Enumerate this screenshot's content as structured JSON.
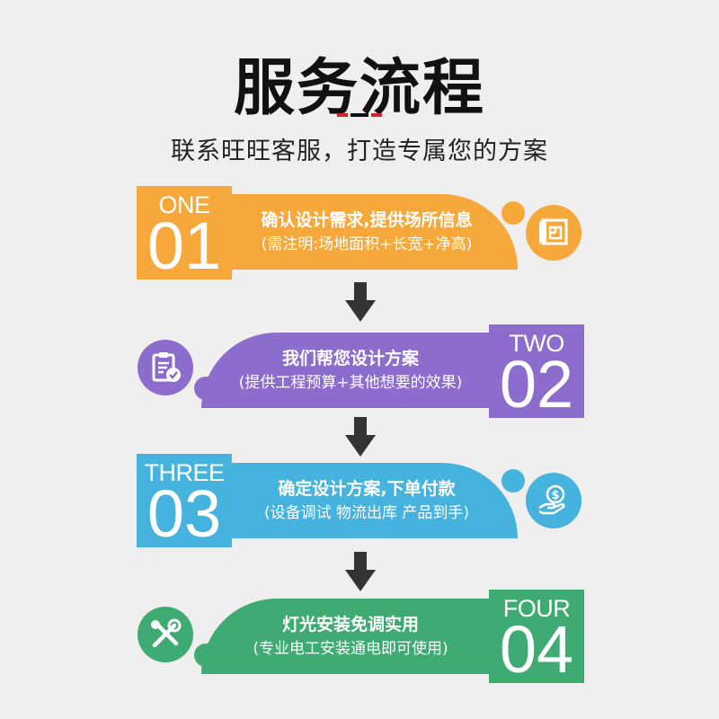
{
  "header": {
    "title": "服务流程",
    "subtitle": "联系旺旺客服，打造专属您的方案",
    "underline_colors": [
      "#d8232a",
      "#111111",
      "#d8232a"
    ]
  },
  "steps": [
    {
      "word": "ONE",
      "num": "01",
      "main": "确认设计需求,提供场所信息",
      "sub": "(需注明:场地面积+长宽+净高)",
      "color": "#f7a83a",
      "icon": "floor-plan-icon"
    },
    {
      "word": "TWO",
      "num": "02",
      "main": "我们帮您设计方案",
      "sub": "(提供工程预算+其他想要的效果)",
      "color": "#8c6ccc",
      "icon": "clipboard-check-icon"
    },
    {
      "word": "THREE",
      "num": "03",
      "main": "确定设计方案,下单付款",
      "sub": "(设备调试 物流出库 产品到手)",
      "color": "#45b3dd",
      "icon": "money-hand-icon"
    },
    {
      "word": "FOUR",
      "num": "04",
      "main": "灯光安装免调实用",
      "sub": "(专业电工安装通电即可使用)",
      "color": "#3faa71",
      "icon": "tools-icon"
    }
  ]
}
